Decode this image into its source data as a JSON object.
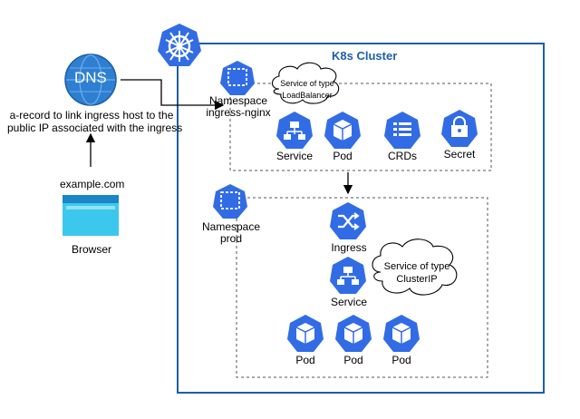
{
  "cluster": {
    "title": "K8s Cluster",
    "icon": "kubernetes-wheel-icon",
    "color": "#1f5ea8"
  },
  "dns": {
    "label": "DNS",
    "icon": "dns-globe-icon"
  },
  "dns_note": {
    "line1": "a-record to link ingress host to the",
    "line2": "public IP associated with the ingress"
  },
  "browser": {
    "url": "example.com",
    "label": "Browser",
    "icon": "browser-window-icon"
  },
  "ns_ingress": {
    "line1": "Namespace",
    "line2": "ingress-nginx",
    "icon": "namespace-icon",
    "cloud_line1": "Service of type",
    "cloud_line2": "LoadBalancer",
    "items": [
      {
        "label": "Service",
        "icon": "service-icon"
      },
      {
        "label": "Pod",
        "icon": "pod-icon"
      },
      {
        "label": "CRDs",
        "icon": "crd-icon"
      },
      {
        "label": "Secret",
        "icon": "secret-icon"
      }
    ]
  },
  "ns_prod": {
    "line1": "Namespace",
    "line2": "prod",
    "icon": "namespace-icon",
    "ingress_label": "Ingress",
    "service_label": "Service",
    "cloud_line1": "Service of type",
    "cloud_line2": "ClusterIP",
    "pods": [
      "Pod",
      "Pod",
      "Pod"
    ]
  },
  "colors": {
    "k8s_blue": "#326ce5",
    "cluster_border": "#1f5ea8",
    "dns_blue": "#2f7fd0",
    "browser_cyan": "#3cc8ec"
  }
}
